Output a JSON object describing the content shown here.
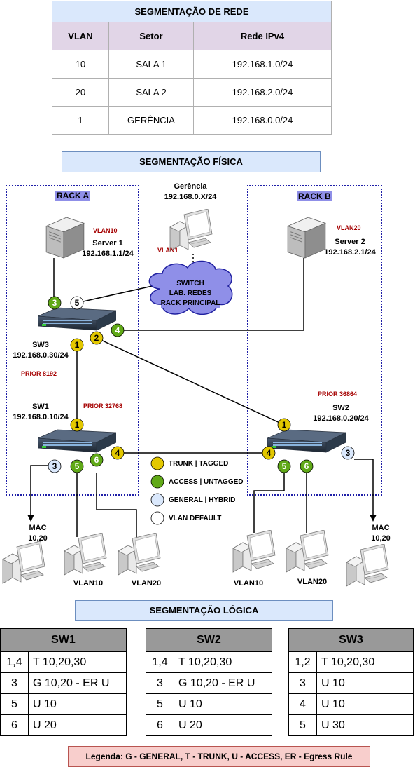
{
  "network_table": {
    "title": "SEGMENTAÇÃO DE REDE",
    "headers": [
      "VLAN",
      "Setor",
      "Rede IPv4"
    ],
    "rows": [
      [
        "10",
        "SALA 1",
        "192.168.1.0/24"
      ],
      [
        "20",
        "SALA 2",
        "192.168.2.0/24"
      ],
      [
        "1",
        "GERÊNCIA",
        "192.168.0.0/24"
      ]
    ]
  },
  "physical": {
    "title": "SEGMENTAÇÃO FÍSICA",
    "rack_a": "RACK A",
    "rack_b": "RACK B",
    "management": {
      "name": "Gerência",
      "ip": "192.168.0.X/24",
      "vlan": "VLAN1"
    },
    "server1": {
      "name": "Server 1",
      "ip": "192.168.1.1/24",
      "vlan": "VLAN10"
    },
    "server2": {
      "name": "Server 2",
      "ip": "192.168.2.1/24",
      "vlan": "VLAN20"
    },
    "cloud": {
      "line1": "SWITCH",
      "line2": "LAB. REDES",
      "line3": "RACK PRINCIPAL"
    },
    "sw3": {
      "name": "SW3",
      "ip": "192.168.0.30/24",
      "prior": "PRIOR 8192"
    },
    "sw1": {
      "name": "SW1",
      "ip": "192.168.0.10/24",
      "prior": "PRIOR 32768"
    },
    "sw2": {
      "name": "SW2",
      "ip": "192.168.0.20/24",
      "prior": "PRIOR 36864"
    },
    "mac_left": {
      "line1": "MAC",
      "line2": "10,20"
    },
    "mac_right": {
      "line1": "MAC",
      "line2": "10,20"
    },
    "pc_labels": {
      "left_vlan10": "VLAN10",
      "left_vlan20": "VLAN20",
      "right_vlan10": "VLAN10",
      "right_vlan20": "VLAN20"
    },
    "ports": {
      "sw3_3": "3",
      "sw3_5": "5",
      "sw3_4": "4",
      "sw3_1": "1",
      "sw3_2": "2",
      "sw1_1": "1",
      "sw1_3": "3",
      "sw1_5": "5",
      "sw1_6": "6",
      "sw1_4": "4",
      "sw2_1": "1",
      "sw2_4": "4",
      "sw2_5": "5",
      "sw2_6": "6",
      "sw2_3": "3"
    },
    "legend": [
      {
        "label": "TRUNK | TAGGED",
        "color": "#e3c800"
      },
      {
        "label": "ACCESS | UNTAGGED",
        "color": "#60a917"
      },
      {
        "label": "GENERAL | HYBRID",
        "color": "#dae8fc"
      },
      {
        "label": "VLAN DEFAULT",
        "color": "#ffffff"
      }
    ]
  },
  "logical": {
    "title": "SEGMENTAÇÃO LÓGICA",
    "sw1": {
      "title": "SW1",
      "rows": [
        [
          "1,4",
          "T 10,20,30"
        ],
        [
          "3",
          "G 10,20 - ER U"
        ],
        [
          "5",
          "U 10"
        ],
        [
          "6",
          "U 20"
        ]
      ]
    },
    "sw2": {
      "title": "SW2",
      "rows": [
        [
          "1,4",
          "T 10,20,30"
        ],
        [
          "3",
          "G 10,20 - ER U"
        ],
        [
          "5",
          "U 10"
        ],
        [
          "6",
          "U 20"
        ]
      ]
    },
    "sw3": {
      "title": "SW3",
      "rows": [
        [
          "1,2",
          "T 10,20,30"
        ],
        [
          "3",
          "U 10"
        ],
        [
          "4",
          "U 10"
        ],
        [
          "5",
          "U 30"
        ]
      ]
    }
  },
  "legend_bottom": "Legenda: G - GENERAL, T - TRUNK, U - ACCESS, ER - Egress Rule"
}
